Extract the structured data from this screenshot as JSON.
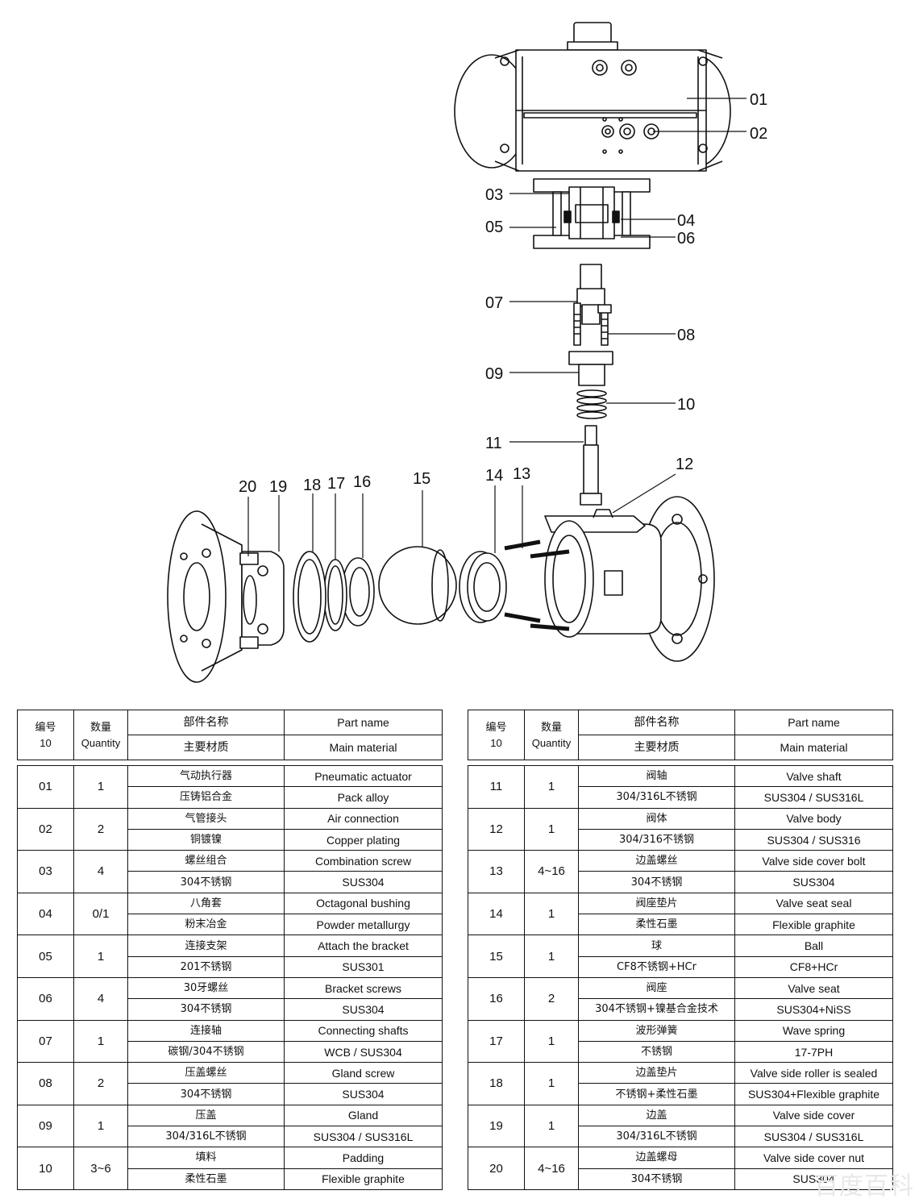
{
  "callouts": [
    "01",
    "02",
    "03",
    "04",
    "05",
    "06",
    "07",
    "08",
    "09",
    "10",
    "11",
    "12",
    "13",
    "14",
    "15",
    "16",
    "17",
    "18",
    "19",
    "20"
  ],
  "table_headers": {
    "id_cn": "编号",
    "id_en": "10",
    "qty_cn": "数量",
    "qty_en": "Quantity",
    "name_cn": "部件名称",
    "name_en": "Part name",
    "material_cn": "主要材质",
    "material_en": "Main material"
  },
  "left_table": [
    {
      "id": "01",
      "qty": "1",
      "name_cn": "气动执行器",
      "name_en": "Pneumatic actuator",
      "mat_cn": "压铸铝合金",
      "mat_en": "Pack alloy"
    },
    {
      "id": "02",
      "qty": "2",
      "name_cn": "气管接头",
      "name_en": "Air connection",
      "mat_cn": "铜镀镍",
      "mat_en": "Copper plating"
    },
    {
      "id": "03",
      "qty": "4",
      "name_cn": "螺丝组合",
      "name_en": "Combination screw",
      "mat_cn": "304不锈钢",
      "mat_en": "SUS304"
    },
    {
      "id": "04",
      "qty": "0/1",
      "name_cn": "八角套",
      "name_en": "Octagonal bushing",
      "mat_cn": "粉末冶金",
      "mat_en": "Powder metallurgy"
    },
    {
      "id": "05",
      "qty": "1",
      "name_cn": "连接支架",
      "name_en": "Attach the bracket",
      "mat_cn": "201不锈钢",
      "mat_en": "SUS301"
    },
    {
      "id": "06",
      "qty": "4",
      "name_cn": "30牙螺丝",
      "name_en": "Bracket screws",
      "mat_cn": "304不锈钢",
      "mat_en": "SUS304"
    },
    {
      "id": "07",
      "qty": "1",
      "name_cn": "连接轴",
      "name_en": "Connecting shafts",
      "mat_cn": "碳钢/304不锈钢",
      "mat_en": "WCB / SUS304"
    },
    {
      "id": "08",
      "qty": "2",
      "name_cn": "压盖螺丝",
      "name_en": "Gland screw",
      "mat_cn": "304不锈钢",
      "mat_en": "SUS304"
    },
    {
      "id": "09",
      "qty": "1",
      "name_cn": "压盖",
      "name_en": "Gland",
      "mat_cn": "304/316L不锈钢",
      "mat_en": "SUS304 / SUS316L"
    },
    {
      "id": "10",
      "qty": "3~6",
      "name_cn": "填料",
      "name_en": "Padding",
      "mat_cn": "柔性石墨",
      "mat_en": "Flexible graphite"
    }
  ],
  "right_table": [
    {
      "id": "11",
      "qty": "1",
      "name_cn": "阀轴",
      "name_en": "Valve shaft",
      "mat_cn": "304/316L不锈钢",
      "mat_en": "SUS304 / SUS316L"
    },
    {
      "id": "12",
      "qty": "1",
      "name_cn": "阀体",
      "name_en": "Valve body",
      "mat_cn": "304/316不锈钢",
      "mat_en": "SUS304 / SUS316"
    },
    {
      "id": "13",
      "qty": "4~16",
      "name_cn": "边盖螺丝",
      "name_en": "Valve side cover bolt",
      "mat_cn": "304不锈钢",
      "mat_en": "SUS304"
    },
    {
      "id": "14",
      "qty": "1",
      "name_cn": "阀座垫片",
      "name_en": "Valve seat seal",
      "mat_cn": "柔性石墨",
      "mat_en": "Flexible graphite"
    },
    {
      "id": "15",
      "qty": "1",
      "name_cn": "球",
      "name_en": "Ball",
      "mat_cn": "CF8不锈钢+HCr",
      "mat_en": "CF8+HCr"
    },
    {
      "id": "16",
      "qty": "2",
      "name_cn": "阀座",
      "name_en": "Valve seat",
      "mat_cn": "304不锈钢+镍基合金技术",
      "mat_en": "SUS304+NiSS"
    },
    {
      "id": "17",
      "qty": "1",
      "name_cn": "波形弹簧",
      "name_en": "Wave spring",
      "mat_cn": "不锈钢",
      "mat_en": "17-7PH"
    },
    {
      "id": "18",
      "qty": "1",
      "name_cn": "边盖垫片",
      "name_en": "Valve side roller is sealed",
      "mat_cn": "不锈钢+柔性石墨",
      "mat_en": "SUS304+Flexible graphite"
    },
    {
      "id": "19",
      "qty": "1",
      "name_cn": "边盖",
      "name_en": "Valve side cover",
      "mat_cn": "304/316L不锈钢",
      "mat_en": "SUS304 / SUS316L"
    },
    {
      "id": "20",
      "qty": "4~16",
      "name_cn": "边盖螺母",
      "name_en": "Valve side cover nut",
      "mat_cn": "304不锈钢",
      "mat_en": "SUS304"
    }
  ],
  "watermark": "百度百科"
}
